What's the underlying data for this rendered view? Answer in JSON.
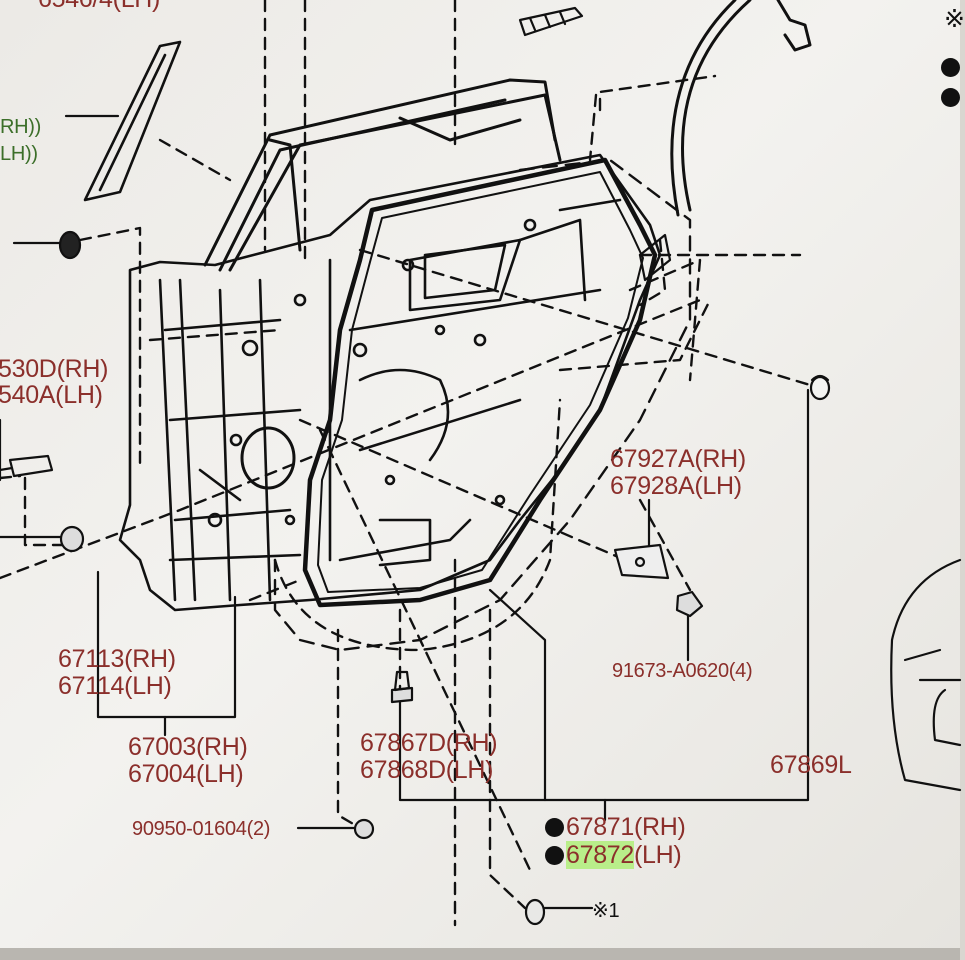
{
  "callouts": {
    "top_left_partial": "6546/4(LH)",
    "green_rh": "RH))",
    "green_lh": "LH))",
    "left_rh": "530D(RH)",
    "left_lh": "540A(LH)",
    "p67113": "67113(RH)",
    "p67114": "67114(LH)",
    "p67003": "67003(RH)",
    "p67004": "67004(LH)",
    "p67867": "67867D(RH)",
    "p67868": "67868D(LH)",
    "p67927": "67927A(RH)",
    "p67928": "67928A(LH)",
    "p91673": "91673-A0620(4)",
    "p67869": "67869L",
    "p90950": "90950-01604(2)",
    "p67871": "67871(RH)",
    "p67872_hl": "67872",
    "p67872_suffix": "(LH)",
    "note_x1": "※1",
    "note_top_right": "※"
  },
  "colors": {
    "part_number": "#8b2f2b",
    "highlight": "#b9ee8a",
    "line": "#111111",
    "green_text": "#3c6f2a"
  }
}
